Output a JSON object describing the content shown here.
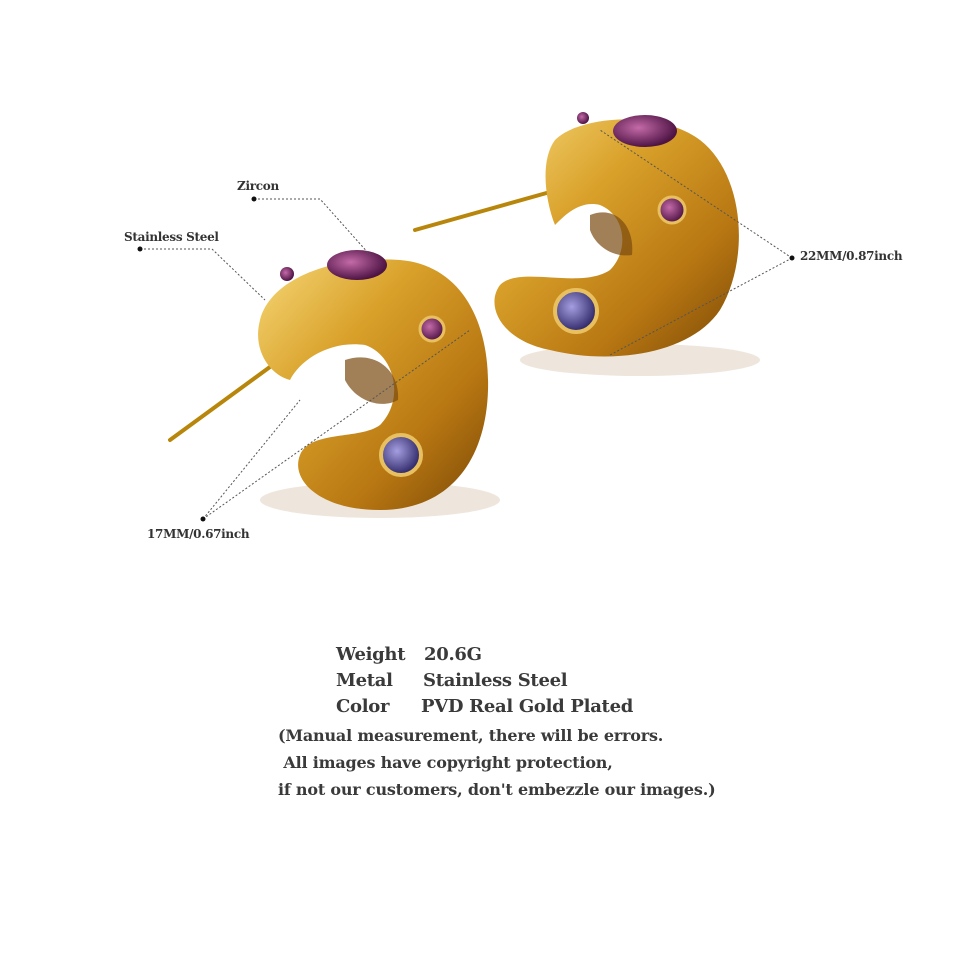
{
  "annotations": {
    "zircon": "Zircon",
    "stainless_steel": "Stainless Steel",
    "width_small": "17MM/0.67inch",
    "width_large": "22MM/0.87inch"
  },
  "specs": [
    {
      "label": "Weight",
      "value": "20.6G"
    },
    {
      "label": "Metal",
      "value": "Stainless Steel"
    },
    {
      "label": "Color",
      "value": "PVD Real Gold Plated"
    }
  ],
  "notes": [
    "(Manual measurement, there will be errors.",
    " All images have copyright protection,",
    "if not our customers, don't embezzle our images.)"
  ],
  "colors": {
    "gold": "#d9a62e",
    "gem_purple": "#7a2b6a",
    "gem_violet": "#5a4f9e"
  }
}
